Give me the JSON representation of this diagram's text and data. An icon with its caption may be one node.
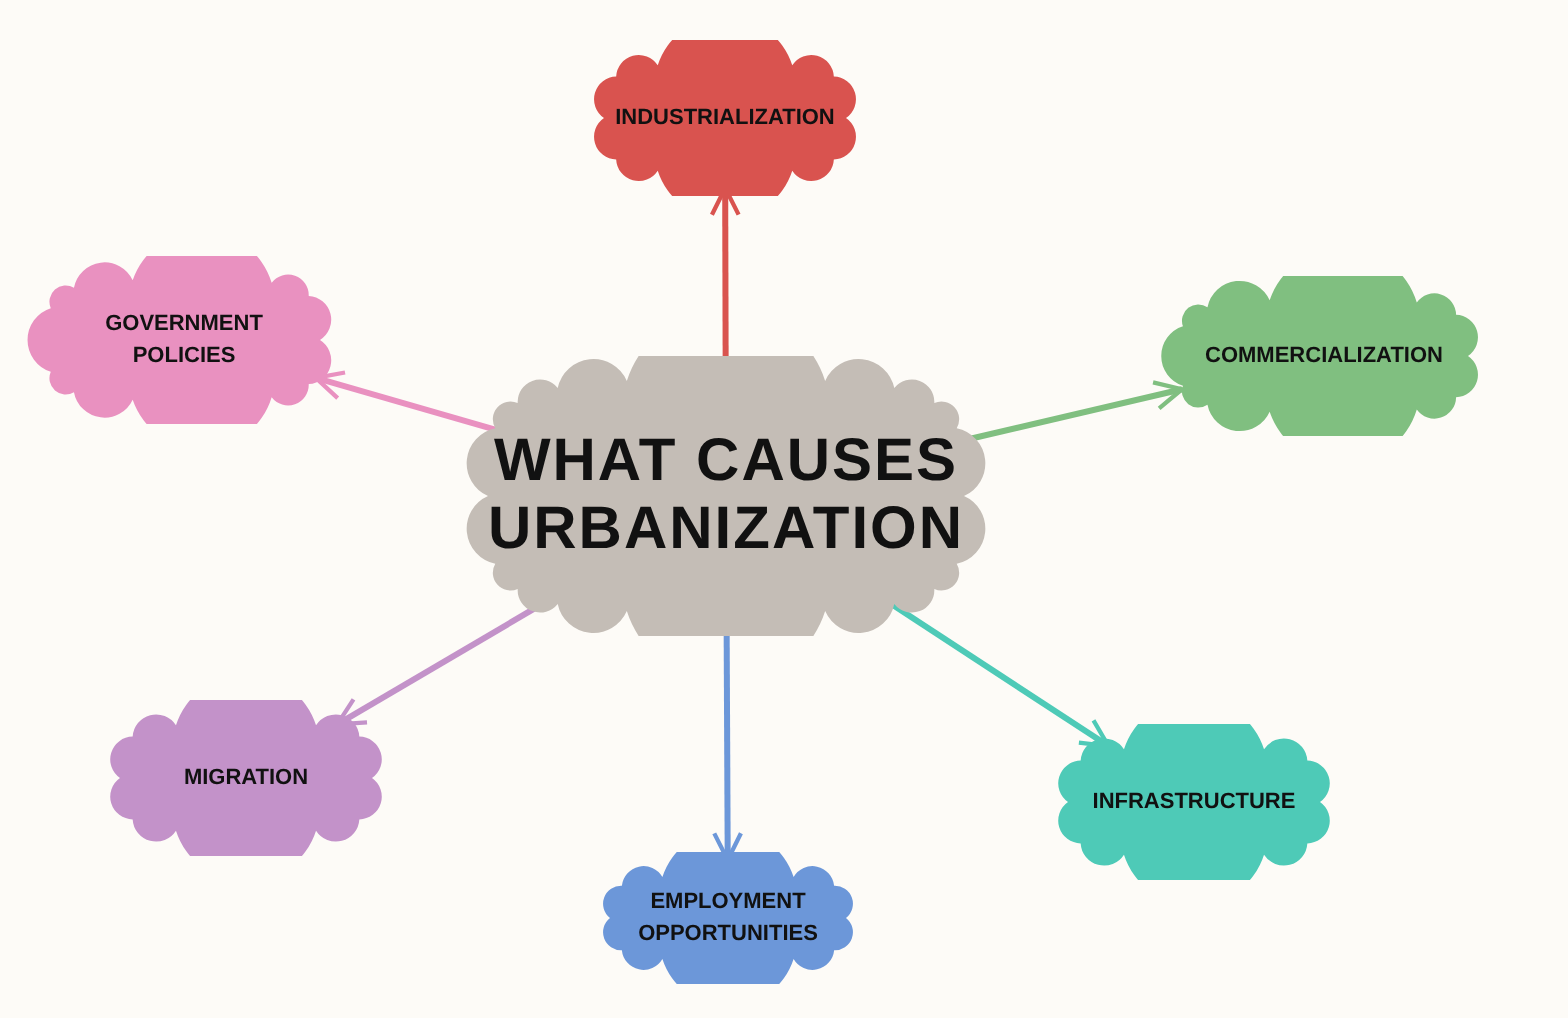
{
  "diagram": {
    "nodes": [
      {
        "text": [
          "WHAT CAUSES URBANIZATION"
        ]
      },
      {
        "text": [
          "INDUSTRIALIZATION"
        ]
      },
      {
        "text": [
          "GOVERNMENT POLICIES"
        ]
      },
      {
        "text": [
          "COMMERCIALIZATION"
        ]
      },
      {
        "text": [
          "MIGRATION"
        ]
      },
      {
        "text": [
          "EMPLOYMENT OPPORTUNITIES"
        ]
      },
      {
        "text": [
          "INFRASTRUCTURE"
        ]
      }
    ],
    "edges": [
      {
        "from": 0,
        "to": 1,
        "arrow": "to",
        "color": "#d9534f"
      },
      {
        "from": 0,
        "to": 2,
        "arrow": "to",
        "color": "#e991c0"
      },
      {
        "from": 0,
        "to": 3,
        "arrow": "to",
        "color": "#80bf80"
      },
      {
        "from": 0,
        "to": 4,
        "arrow": "to",
        "color": "#c392c9"
      },
      {
        "from": 0,
        "to": 5,
        "arrow": "to",
        "color": "#6c97d9"
      },
      {
        "from": 0,
        "to": 6,
        "arrow": "to",
        "color": "#4ecab7"
      }
    ]
  }
}
